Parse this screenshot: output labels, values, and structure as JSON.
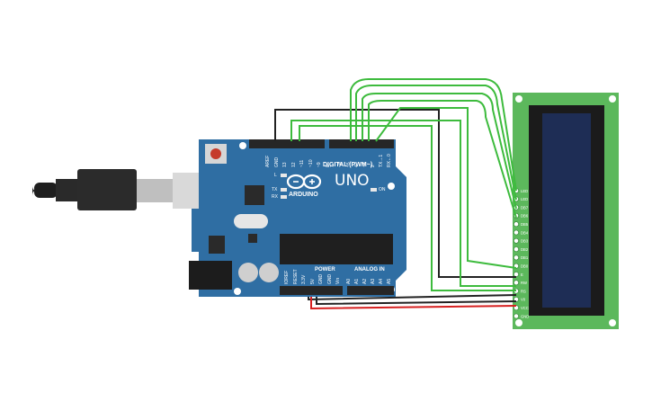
{
  "board": {
    "name": "UNO",
    "brand": "ARDUINO",
    "digital_label": "DIGITAL (PWM~)",
    "power_label": "POWER",
    "analog_label": "ANALOG IN",
    "on_label": "ON",
    "led_labels": [
      "L",
      "TX",
      "RX"
    ],
    "digital_pins_left": [
      "AREF",
      "GND",
      "13",
      "12",
      "~11",
      "~10",
      "~9",
      "8"
    ],
    "digital_pins_right": [
      "7",
      "~6",
      "~5",
      "4",
      "~3",
      "2",
      "TX→1",
      "RX←0"
    ],
    "power_pins": [
      "IOREF",
      "RESET",
      "3.3V",
      "5V",
      "GND",
      "GND",
      "Vin"
    ],
    "analog_pins": [
      "A0",
      "A1",
      "A2",
      "A3",
      "A4",
      "A5"
    ],
    "board_color": "#2f6ea3"
  },
  "lcd": {
    "pins": [
      "LED",
      "LED",
      "DB7",
      "DB6",
      "DB5",
      "DB4",
      "DB3",
      "DB2",
      "DB1",
      "DB0",
      "E",
      "RW",
      "RS",
      "V0",
      "VCC",
      "GND"
    ],
    "pcb_color": "#5cb85c",
    "screen_color": "#1e2d55"
  },
  "wires": {
    "green": "#3dbb3d",
    "black": "#222222",
    "red": "#d62020"
  }
}
